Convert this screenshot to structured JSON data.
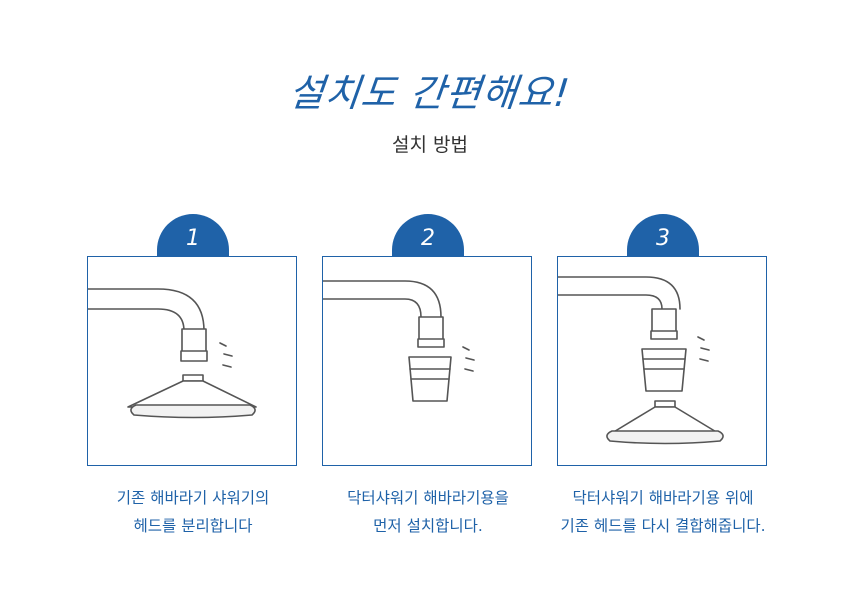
{
  "headline": "설치도 간편해요!",
  "subtitle": "설치 방법",
  "steps": [
    {
      "number": "1",
      "caption_line1": "기존 해바라기 샤워기의",
      "caption_line2": "헤드를 분리합니다",
      "illustration": "remove-head"
    },
    {
      "number": "2",
      "caption_line1": "닥터샤워기 해바라기용을",
      "caption_line2": "먼저 설치합니다.",
      "illustration": "attach-filter"
    },
    {
      "number": "3",
      "caption_line1": "닥터샤워기 해바라기용 위에",
      "caption_line2": "기존 헤드를 다시 결합해줍니다.",
      "illustration": "reattach-head"
    }
  ],
  "colors": {
    "accent": "#1f62a8",
    "line": "#555555",
    "text": "#333333"
  }
}
